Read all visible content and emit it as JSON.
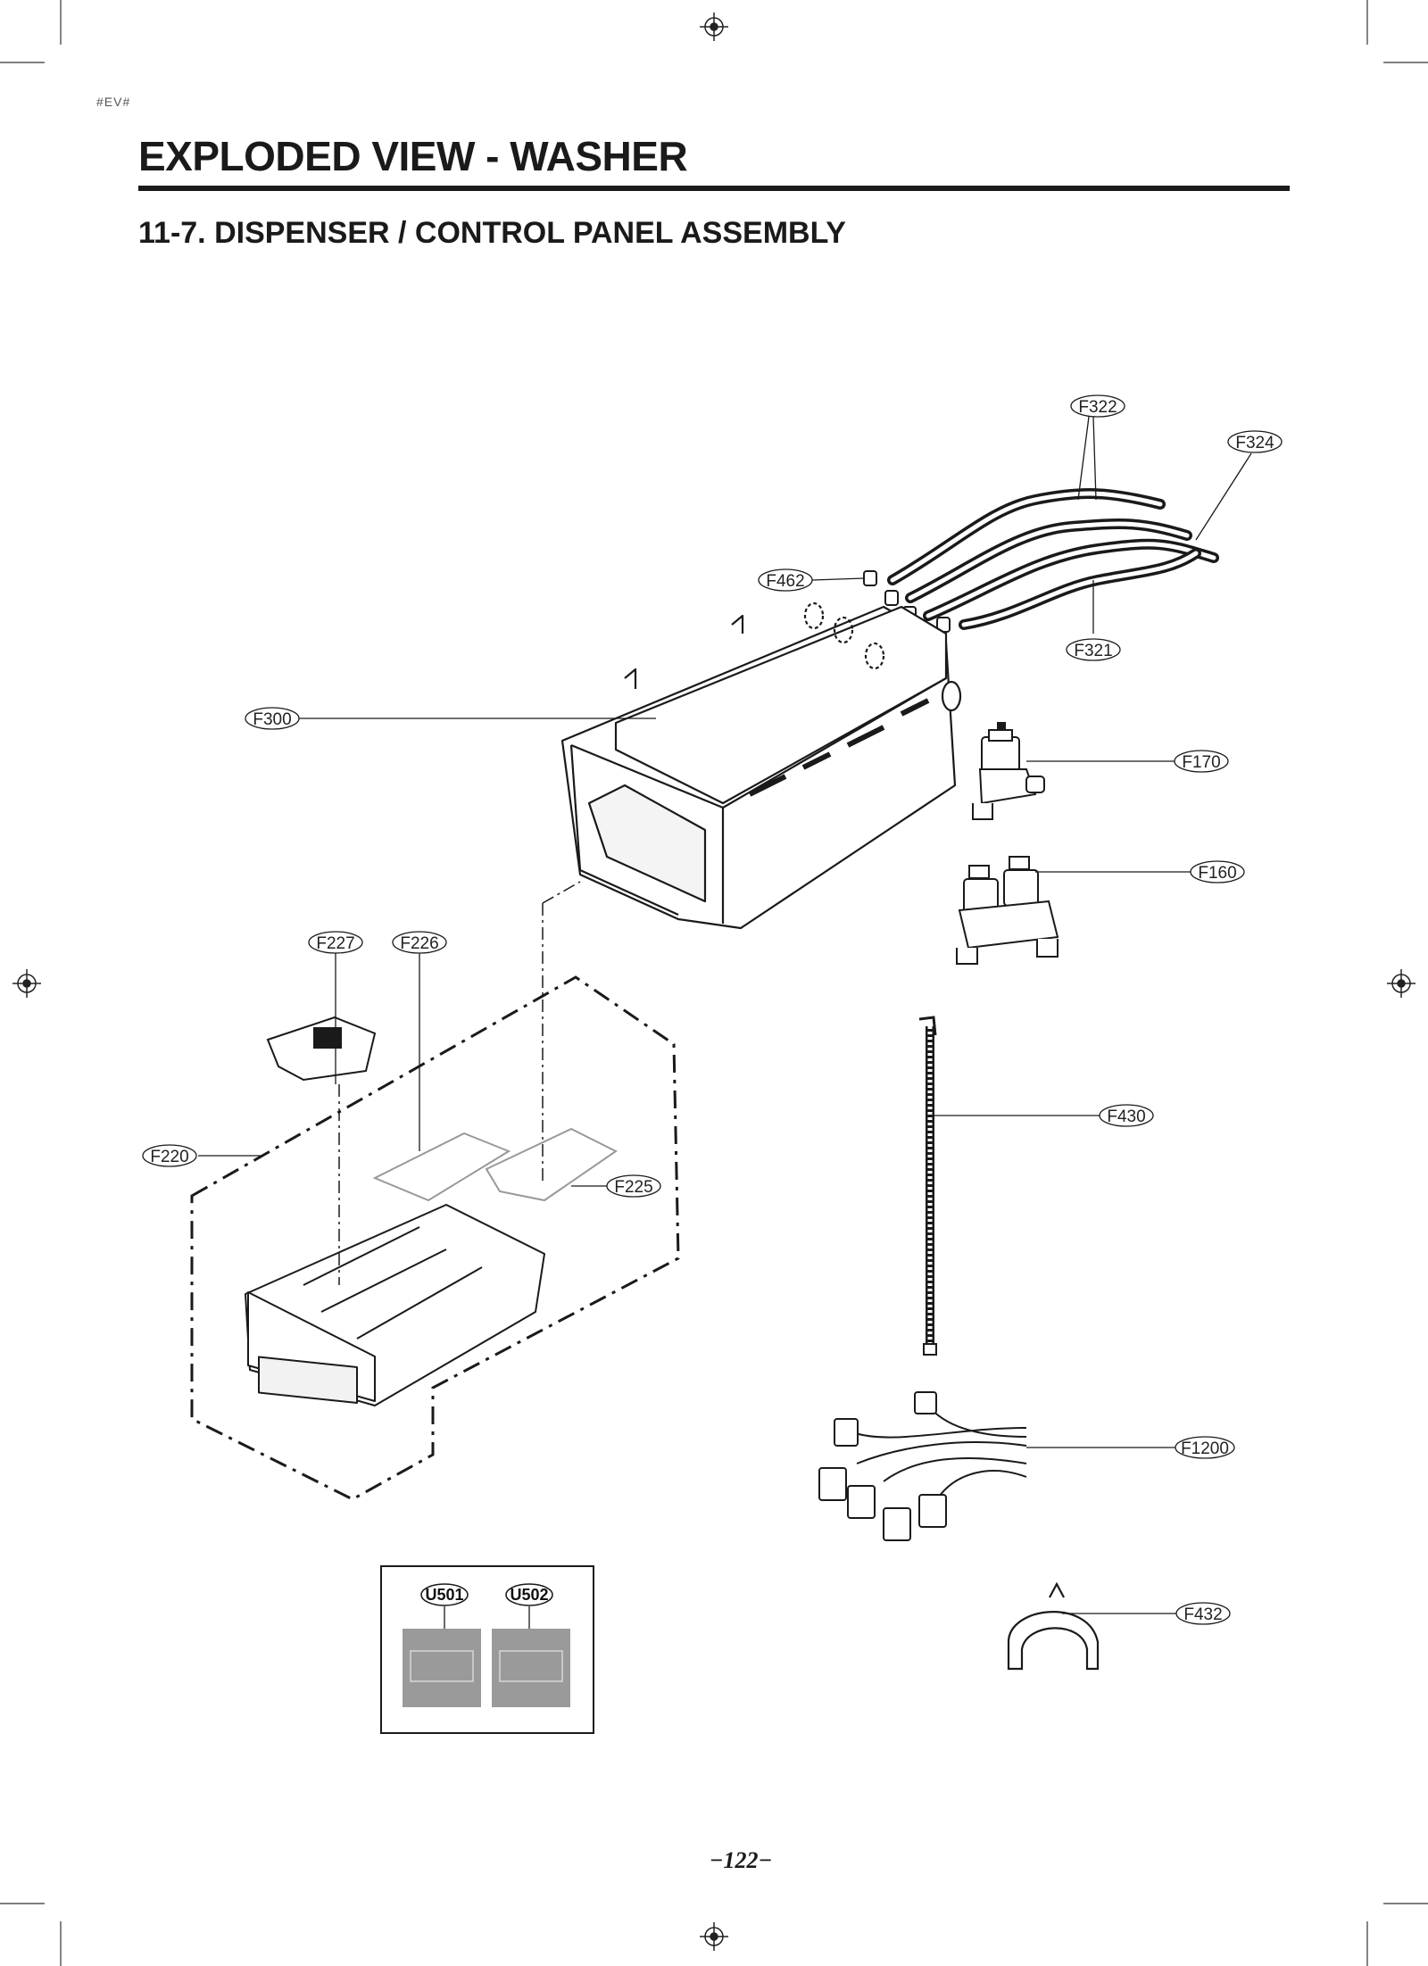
{
  "document": {
    "tag": "#EV#",
    "title": "EXPLODED VIEW - WASHER",
    "subtitle": "11-7. DISPENSER / CONTROL PANEL ASSEMBLY",
    "page_number": "−122−"
  },
  "part_labels": {
    "F322": "F322",
    "F324": "F324",
    "F462": "F462",
    "F321": "F321",
    "F300": "F300",
    "F170": "F170",
    "F160": "F160",
    "F227": "F227",
    "F226": "F226",
    "F220": "F220",
    "F225": "F225",
    "F430": "F430",
    "F1200": "F1200",
    "F432": "F432",
    "U501": "U501",
    "U502": "U502"
  },
  "colors": {
    "ink": "#1a1a1a",
    "page": "#ffffff",
    "photo": "#9a9a9a"
  }
}
